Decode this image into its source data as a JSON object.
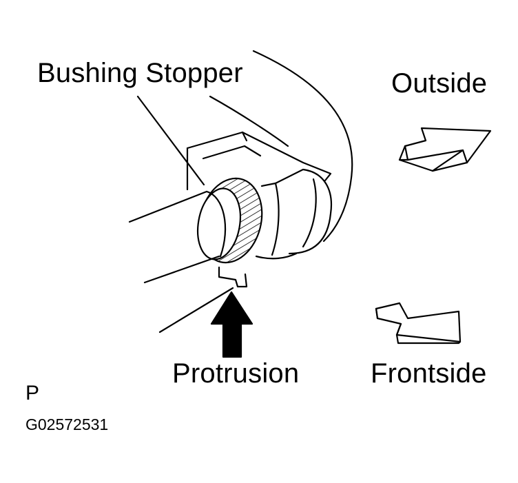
{
  "labels": {
    "bushing_stopper": "Bushing Stopper",
    "outside": "Outside",
    "protrusion": "Protrusion",
    "frontside": "Frontside",
    "p_mark": "P",
    "figure_code": "G02572531"
  },
  "colors": {
    "ink": "#000000",
    "paper": "#ffffff"
  }
}
